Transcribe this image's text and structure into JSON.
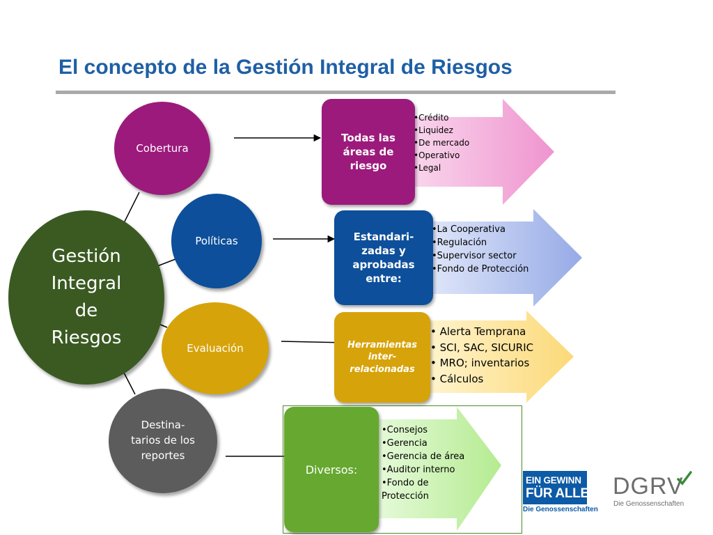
{
  "title": "El concepto de la Gestión Integral de Riesgos",
  "center": {
    "label_lines": [
      "Gestión",
      "Integral",
      "de",
      "Riesgos"
    ]
  },
  "branches": [
    {
      "circle_label": "Cobertura",
      "box_lines": [
        "Todas las",
        "áreas de",
        "riesgo"
      ],
      "items": [
        "•Crédito",
        "•Liquidez",
        "•De mercado",
        "•Operativo",
        "•Legal"
      ]
    },
    {
      "circle_label": "Políticas",
      "box_lines": [
        "Estandari-",
        "zadas y",
        "aprobadas",
        "entre:"
      ],
      "items": [
        "•La Cooperativa",
        "•Regulación",
        "•Supervisor sector",
        "•Fondo de Protección"
      ]
    },
    {
      "circle_label": "Evaluación",
      "box_lines": [
        "Herramientas",
        "inter-",
        "relacionadas"
      ],
      "items": [
        "• Alerta Temprana",
        "• SCI, SAC, SICURIC",
        "• MRO; inventarios",
        "• Cálculos"
      ]
    },
    {
      "circle_label_lines": [
        "Destina-",
        "tarios de los",
        "reportes"
      ],
      "box_label": "Diversos:",
      "items": [
        "•Consejos",
        "•Gerencia",
        "•Gerencia de área",
        "•Auditor interno",
        "•Fondo de",
        "Protección"
      ]
    }
  ],
  "logos": {
    "ein_gewinn": {
      "line1": "EIN GEWINN",
      "line2": "FÜR ALLE",
      "line3": "Die Genossenschaften"
    },
    "dgrv": {
      "word": "DGRV",
      "tagline": "Die Genossenschaften"
    }
  },
  "colors": {
    "title": "#1f5fa5",
    "center": "#3a5a22",
    "cobertura": "#9c1a7c",
    "politicas": "#0d4f9a",
    "evaluacion": "#d7a30a",
    "destinatarios": "#5c5c5c",
    "diversos": "#66a830",
    "arrow_pink": "#f4a6d8",
    "arrow_blue": "#a9b9ec",
    "arrow_yellow": "#fde39a",
    "arrow_green": "#c6f0a6"
  }
}
